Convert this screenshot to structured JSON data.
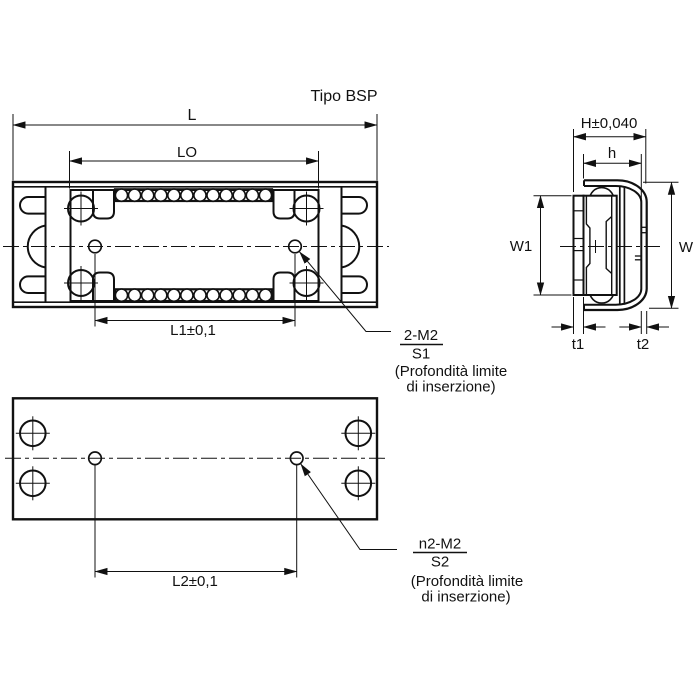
{
  "drawing": {
    "type_label": "Tipo BSP",
    "top_view": {
      "dim_overall_length": "L",
      "dim_open_length": "LO",
      "dim_mount_holes": "L1±0,1",
      "note": {
        "thread": "2-M2",
        "depth": "S1",
        "line1": "(Profondità limite",
        "line2": "di inserzione)"
      }
    },
    "section_view": {
      "dim_height": "H±0,040",
      "dim_inner_height": "h",
      "dim_inner_width": "W1",
      "dim_outer_width": "W",
      "dim_thickness_inner": "t1",
      "dim_thickness_outer": "t2"
    },
    "bottom_view": {
      "dim_mount_holes": "L2±0,1",
      "note": {
        "thread": "n2-M2",
        "depth": "S2",
        "line1": "(Profondità limite",
        "line2": "di inserzione)"
      }
    },
    "colors": {
      "line": "#111111",
      "background": "#ffffff"
    }
  }
}
